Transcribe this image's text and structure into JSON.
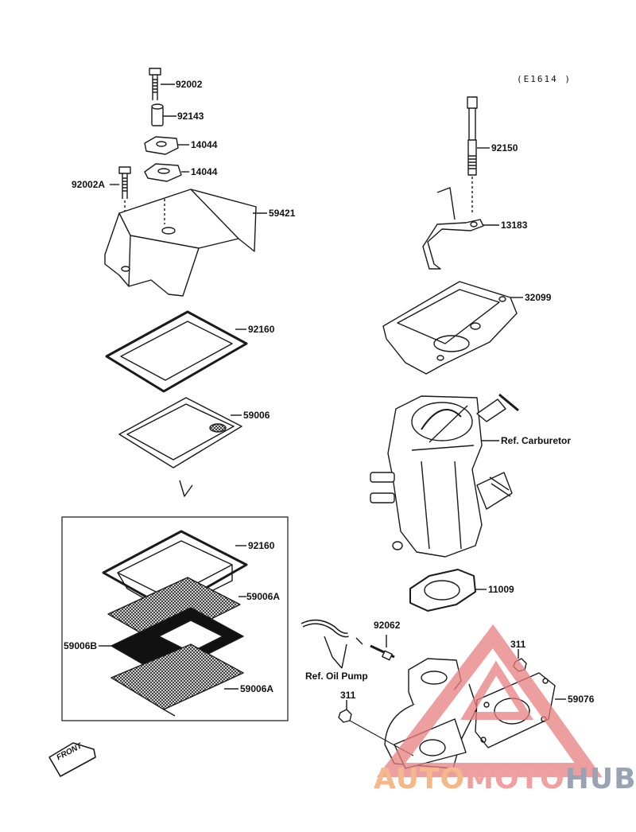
{
  "diagram_code": "(E1614 )",
  "labels": {
    "p92002": "92002",
    "p92143": "92143",
    "p14044a": "14044",
    "p14044b": "14044",
    "p92002A": "92002A",
    "p59421": "59421",
    "p92160a": "92160",
    "p59006": "59006",
    "p92150": "92150",
    "p13183": "13183",
    "p32099": "32099",
    "carb": "Ref. Carburetor",
    "p92160b": "92160",
    "p59006A_a": "59006A",
    "p59006B": "59006B",
    "p59006A_b": "59006A",
    "p11009": "11009",
    "p92062": "92062",
    "oilpump": "Ref. Oil Pump",
    "p311a": "311",
    "p311b": "311",
    "p59076": "59076"
  },
  "front_label": "FRONT",
  "watermark": {
    "part1": "AUTO",
    "part2": "MOTO",
    "part3": "HUB"
  },
  "colors": {
    "line": "#1a1a1a",
    "watermark_red": "#e88080",
    "watermark_orange": "#f5b88a",
    "watermark_gray": "#9aa3b4"
  }
}
